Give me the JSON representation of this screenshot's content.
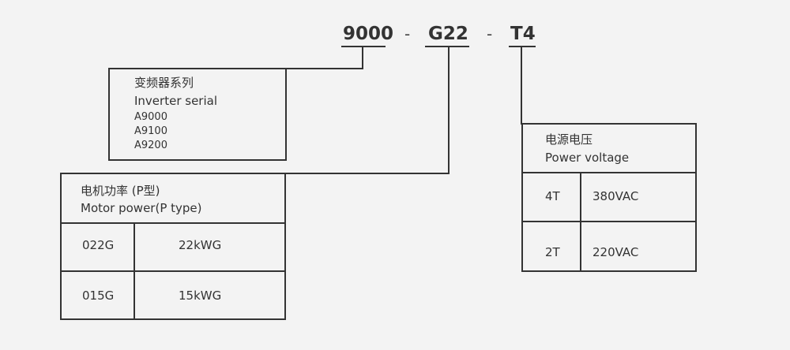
{
  "model_code": {
    "series": "9000",
    "sep1": "-",
    "power": "G22",
    "sep2": "-",
    "voltage": "T4"
  },
  "series_box": {
    "title_cn": "变频器系列",
    "title_en": "Inverter serial",
    "items": [
      "A9000",
      "A9100",
      "A9200"
    ]
  },
  "motor_box": {
    "title_cn": "电机功率 (P型)",
    "title_en": "Motor power(P type)",
    "rows": [
      {
        "code": "022G",
        "value": "22kWG"
      },
      {
        "code": "015G",
        "value": "15kWG"
      }
    ]
  },
  "voltage_box": {
    "title_cn": "电源电压",
    "title_en": "Power voltage",
    "rows": [
      {
        "code": "4T",
        "value": "380VAC"
      },
      {
        "code": "2T",
        "value": "220VAC"
      }
    ]
  }
}
